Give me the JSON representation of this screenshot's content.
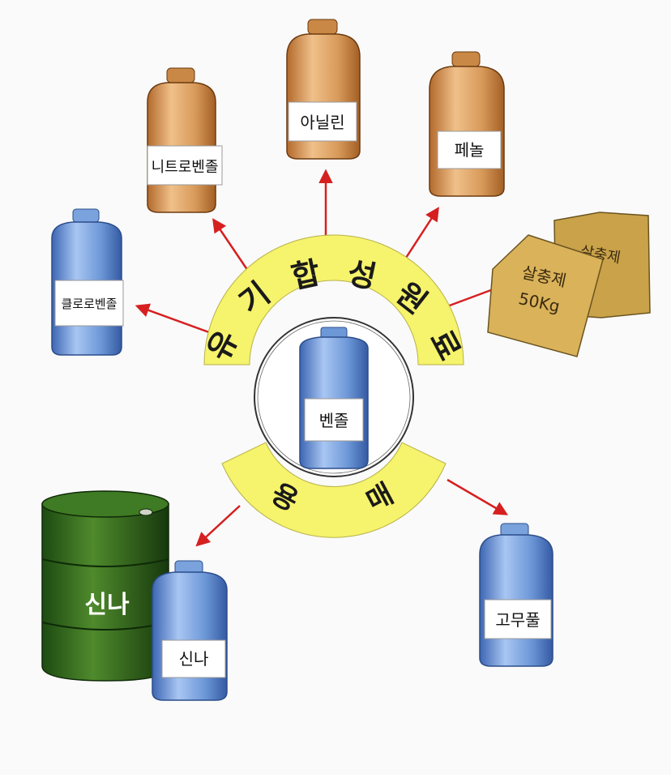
{
  "center": {
    "label": "벤졸"
  },
  "arc_top": {
    "chars": [
      "유",
      "기",
      "합",
      "성",
      "원",
      "료"
    ]
  },
  "arc_bottom": {
    "chars": [
      "용",
      "매"
    ]
  },
  "products": [
    {
      "label": "클로로벤졸"
    },
    {
      "label": "니트로벤졸"
    },
    {
      "label": "아닐린"
    },
    {
      "label": "페놀"
    },
    {
      "label": "신나"
    },
    {
      "label": "고무풀"
    }
  ],
  "bag": {
    "front_text": "살충제",
    "front_weight": "50Kg",
    "back_text": "살충제"
  },
  "drum": {
    "label": "신나"
  },
  "colors": {
    "amber_bottle": "#d79a5c",
    "blue_bottle": "#6d98d8",
    "arc_yellow": "#f6f36c",
    "arrow": "#d62020",
    "drum_green": "#2f6a1f",
    "bag": "#d9b25a"
  }
}
